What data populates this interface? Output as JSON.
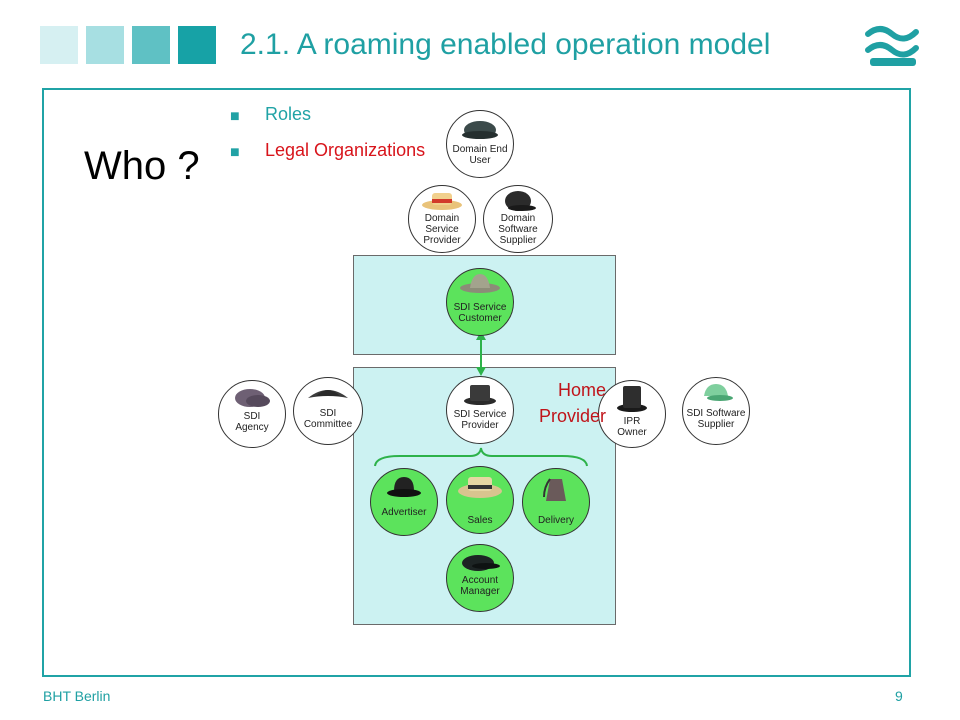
{
  "header": {
    "title": "2.1. A roaming enabled operation model"
  },
  "slide": {
    "question": "Who ?",
    "bullets": [
      "Roles",
      "Legal Organizations"
    ],
    "home_provider_label": [
      "Home",
      "Provider"
    ]
  },
  "roles": {
    "domain_end_user": [
      "Domain End",
      "User"
    ],
    "domain_service_provider": [
      "Domain",
      "Service",
      "Provider"
    ],
    "domain_software_supplier": [
      "Domain",
      "Software",
      "Supplier"
    ],
    "sdi_service_customer": [
      "SDI Service",
      "Customer"
    ],
    "sdi_agency": [
      "SDI",
      "Agency"
    ],
    "sdi_committee": [
      "SDI",
      "Committee"
    ],
    "sdi_service_provider": [
      "SDI Service",
      "Provider"
    ],
    "ipr_owner": [
      "IPR",
      "Owner"
    ],
    "sdi_software_supplier": [
      "SDI Software",
      "Supplier"
    ],
    "advertiser": "Advertiser",
    "sales": "Sales",
    "delivery": "Delivery",
    "account_manager": [
      "Account",
      "Manager"
    ]
  },
  "footer": {
    "org": "BHT Berlin",
    "page": "9"
  },
  "colors": {
    "accent": "#1fa0a3",
    "highlight": "#d8141b",
    "box_fill": "#ccf2f2",
    "role_green": "#5ce35c"
  }
}
